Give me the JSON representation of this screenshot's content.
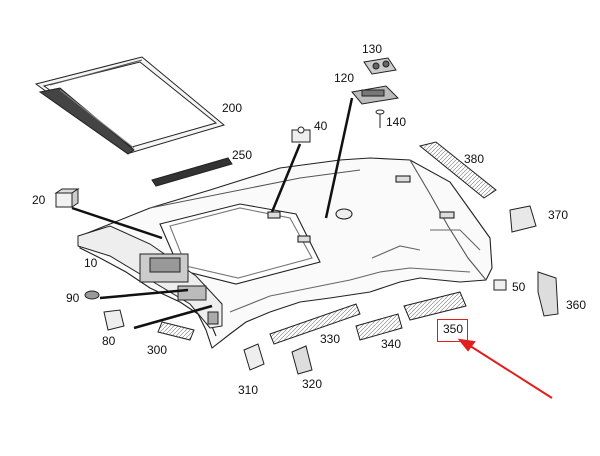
{
  "labels": {
    "p10": "10",
    "p20": "20",
    "p40": "40",
    "p50": "50",
    "p80": "80",
    "p90": "90",
    "p120": "120",
    "p130": "130",
    "p140": "140",
    "p200": "200",
    "p250": "250",
    "p300": "300",
    "p310": "310",
    "p320": "320",
    "p330": "330",
    "p340": "340",
    "p350": "350",
    "p360": "360",
    "p370": "370",
    "p380": "380"
  },
  "highlight": {
    "part": "350",
    "color": "#e01e1e"
  }
}
